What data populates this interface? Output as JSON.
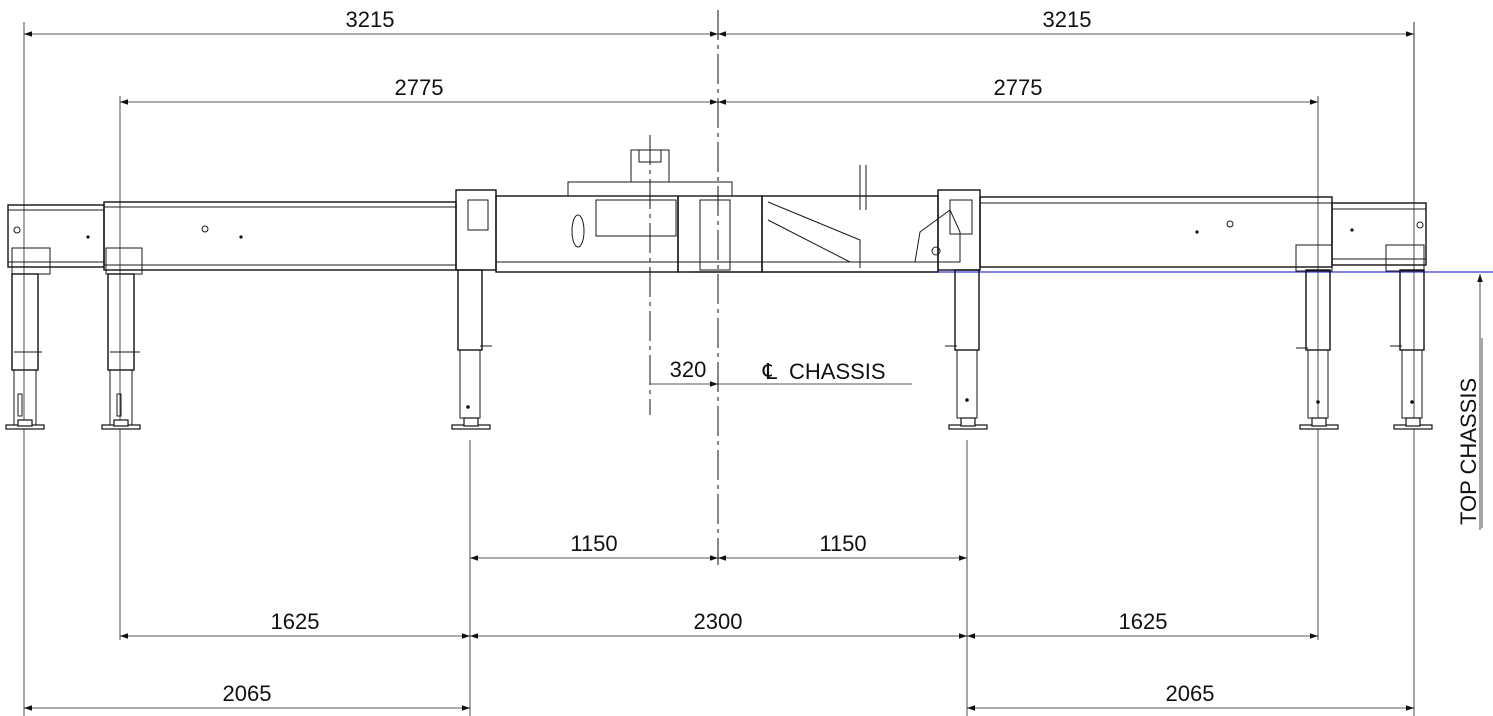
{
  "dimensions": {
    "top_left_outer": "3215",
    "top_right_outer": "3215",
    "top_left_inner": "2775",
    "top_right_inner": "2775",
    "offset": "320",
    "half_left": "1150",
    "half_right": "1150",
    "span_left": "1625",
    "span_center": "2300",
    "span_right": "1625",
    "outer_left": "2065",
    "outer_right": "2065"
  },
  "labels": {
    "centerline": "CHASSIS",
    "centerline_symbol": "℄",
    "top_chassis": "TOP CHASSIS"
  },
  "colors": {
    "line": "#1a1a1a",
    "chassis_line": "#3a3ad0"
  }
}
